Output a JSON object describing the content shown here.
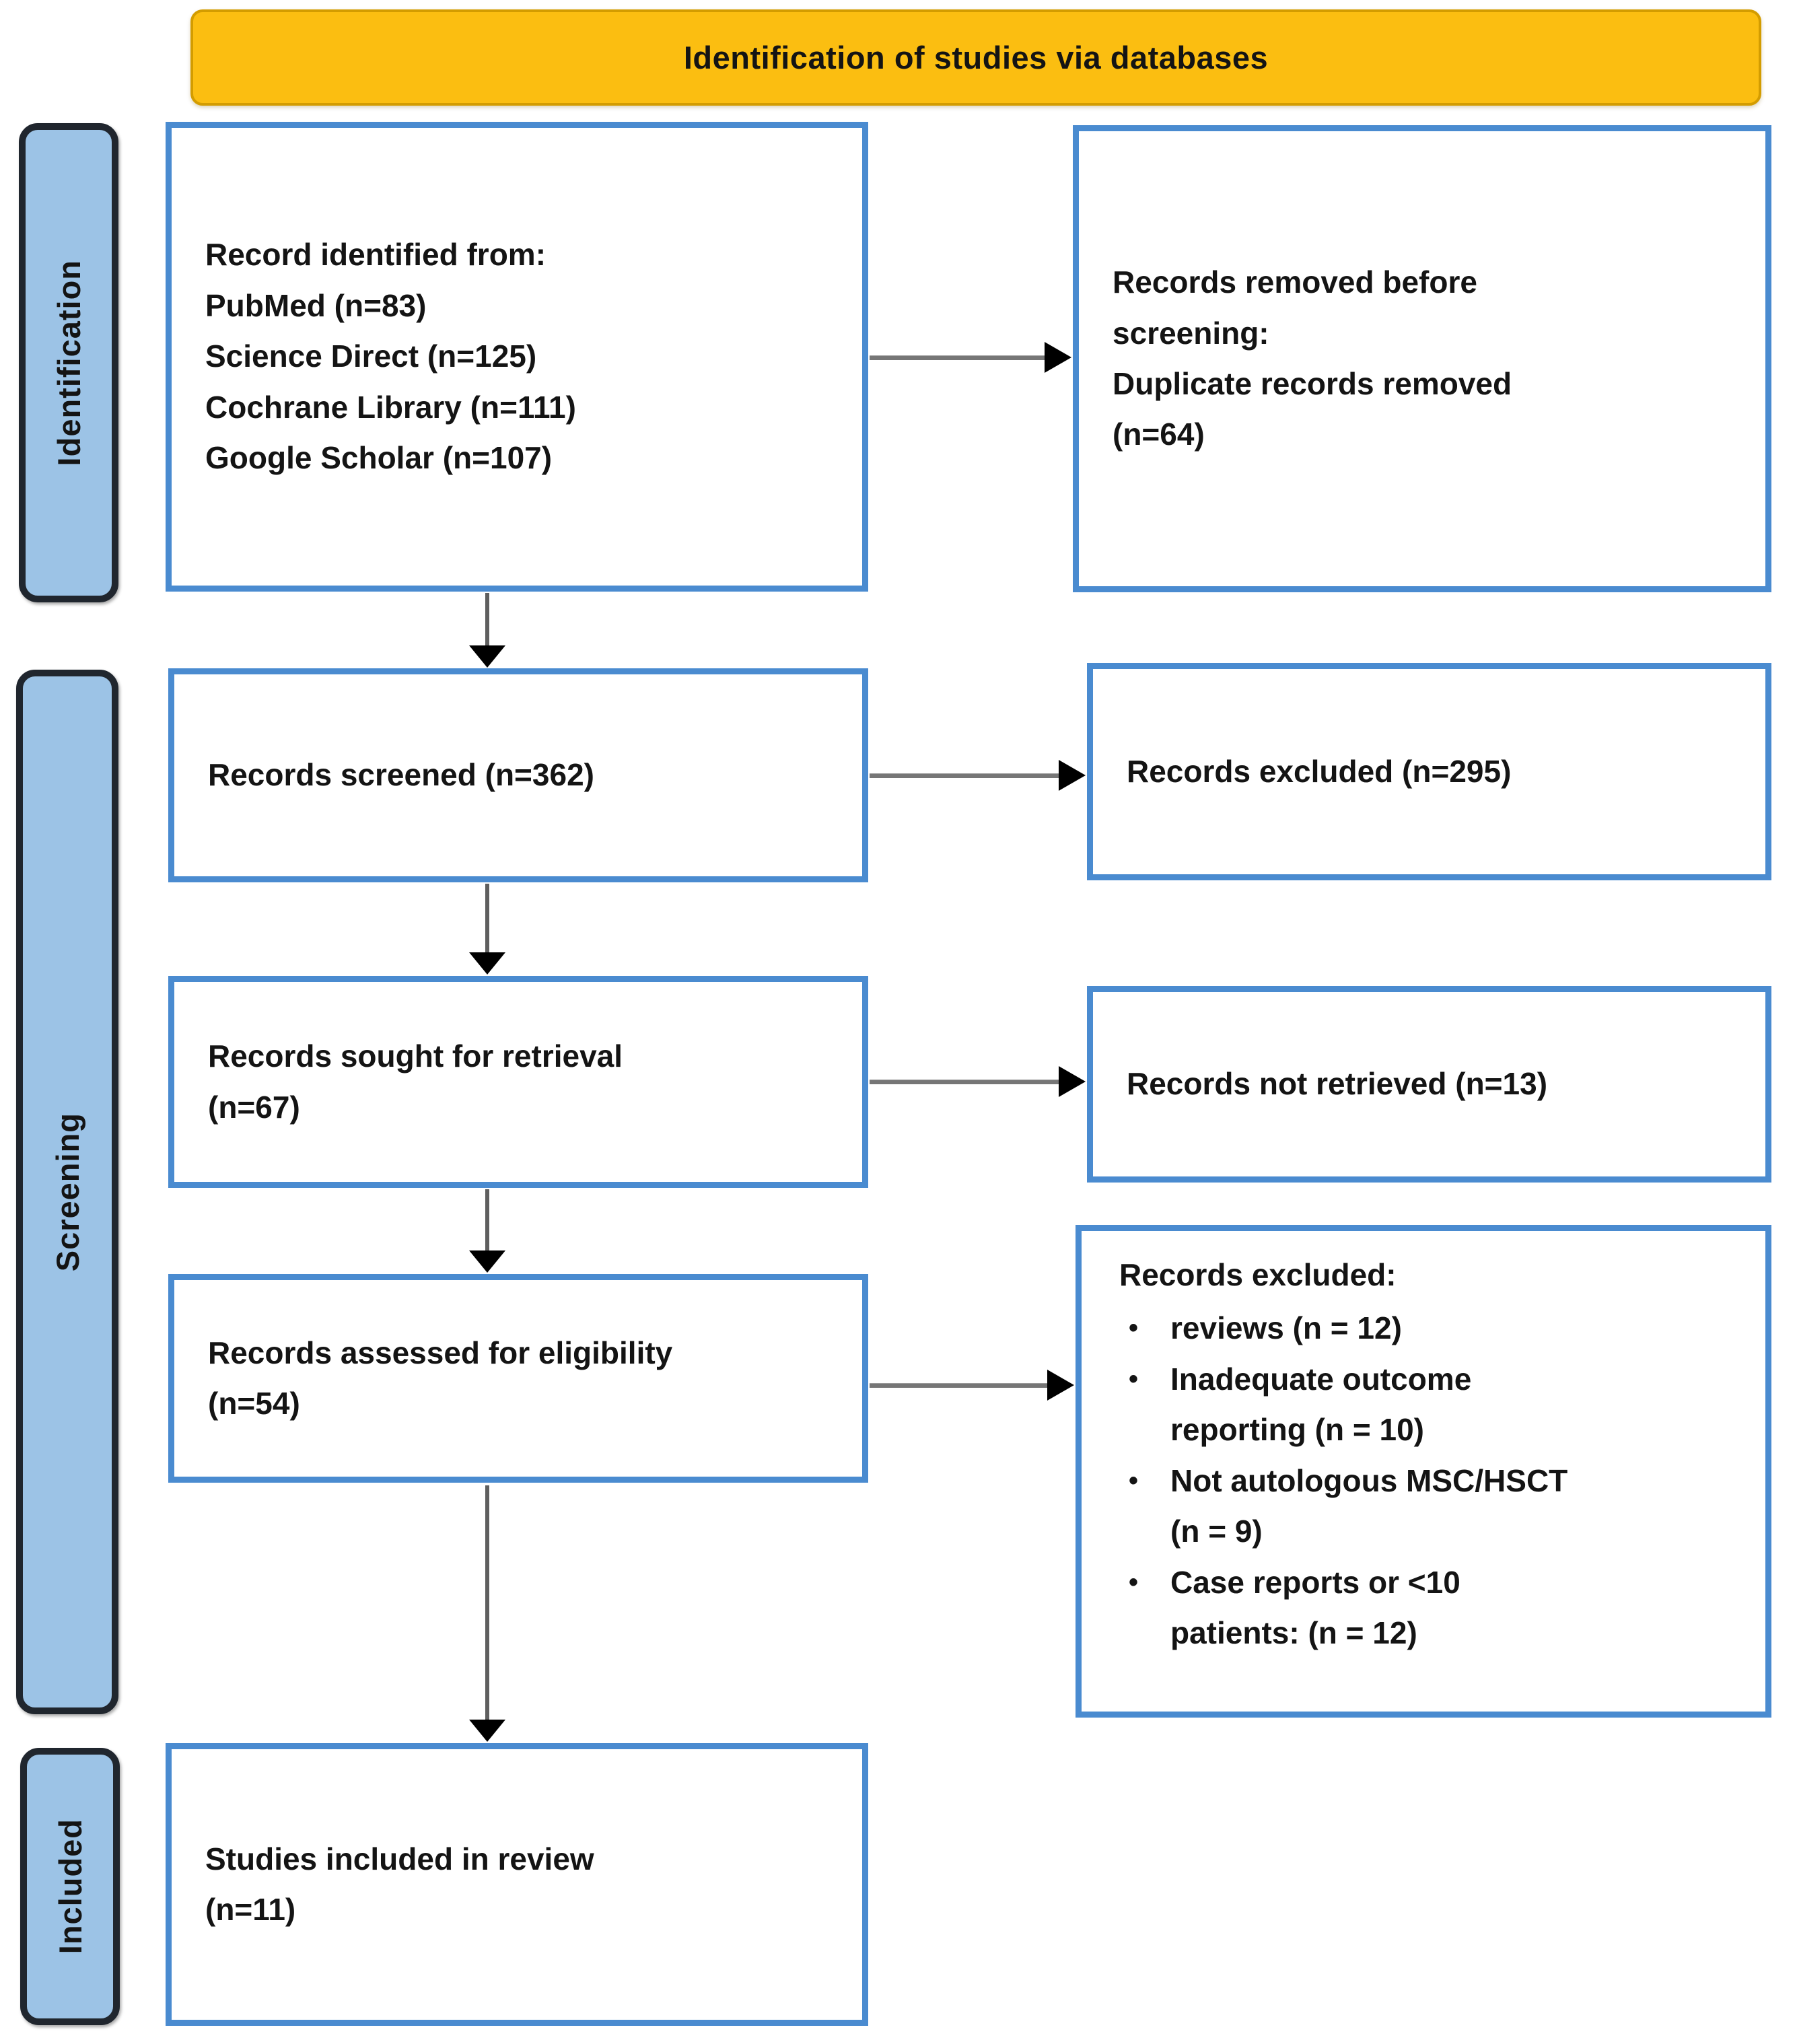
{
  "title": "Identification of studies via databases",
  "sidebar": {
    "identification": "Identification",
    "screening": "Screening",
    "included": "Included"
  },
  "boxes": {
    "identified": {
      "lines": [
        "Record identified from:",
        "PubMed (n=83)",
        "Science Direct (n=125)",
        "Cochrane Library (n=111)",
        "Google Scholar (n=107)"
      ]
    },
    "removed_before_screening": {
      "lines": [
        "Records removed before screening:",
        "Duplicate records removed (n=64)"
      ]
    },
    "screened": "Records screened (n=362)",
    "records_excluded": "Records excluded (n=295)",
    "sought_for_retrieval": "Records sought for retrieval (n=67)",
    "not_retrieved": "Records not retrieved (n=13)",
    "assessed_for_eligibility": "Records assessed for eligibility (n=54)",
    "excluded_detail": {
      "title": "Records excluded:",
      "bullets": [
        "reviews (n = 12)",
        "Inadequate outcome reporting (n = 10)",
        "Not autologous MSC/HSCT (n = 9)",
        "Case reports or <10 patients: (n = 12)"
      ]
    },
    "included_in_review": "Studies included in review (n=11)"
  },
  "colors": {
    "banner_bg": "#FBBE11",
    "banner_border": "#D39C00",
    "stage_bg": "#9CC3E6",
    "stage_border": "#20262E",
    "box_border": "#4A8BD0",
    "arrow_line": "#767676",
    "arrowhead": "#000000",
    "text": "#141414"
  }
}
